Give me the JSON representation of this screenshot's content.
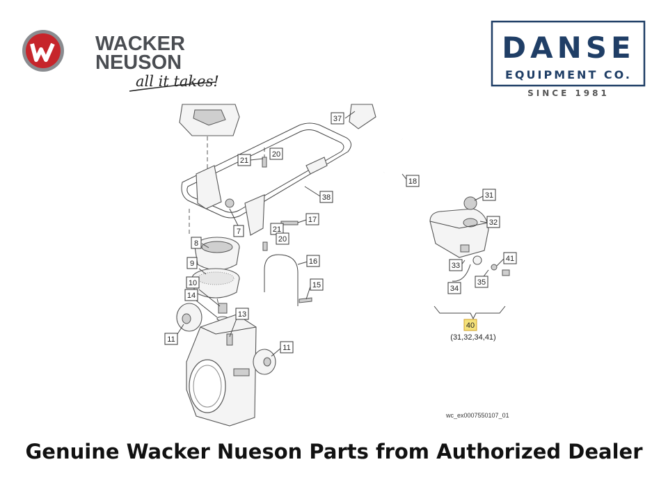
{
  "header": {
    "brand_line1": "WACKER",
    "brand_line2": "NEUSON",
    "brand_tagline": "all it takes!",
    "dealer_name": "DANSE",
    "dealer_sub": "EQUIPMENT CO.",
    "dealer_since": "SINCE 1981"
  },
  "colors": {
    "wacker_red": "#c6252b",
    "wacker_gray": "#4a4d52",
    "danse_blue": "#1f3e66",
    "highlight": "#f5e27a"
  },
  "diagram": {
    "callouts": {
      "c37": "37",
      "c21a": "21",
      "c20a": "20",
      "c18": "18",
      "c38": "38",
      "c17": "17",
      "c7": "7",
      "c21b": "21",
      "c20b": "20",
      "c8": "8",
      "c9": "9",
      "c10": "10",
      "c14": "14",
      "c13": "13",
      "c16": "16",
      "c15": "15",
      "c11a": "11",
      "c11b": "11",
      "c31": "31",
      "c32": "32",
      "c33": "33",
      "c41": "41",
      "c35": "35",
      "c34": "34",
      "c40": "40"
    },
    "kit_contents": "(31,32,34,41)",
    "highlighted_part": "40",
    "reference_code": "wc_ex0007550107_01"
  },
  "footer": {
    "text": "Genuine Wacker Nueson Parts from Authorized Dealer"
  }
}
